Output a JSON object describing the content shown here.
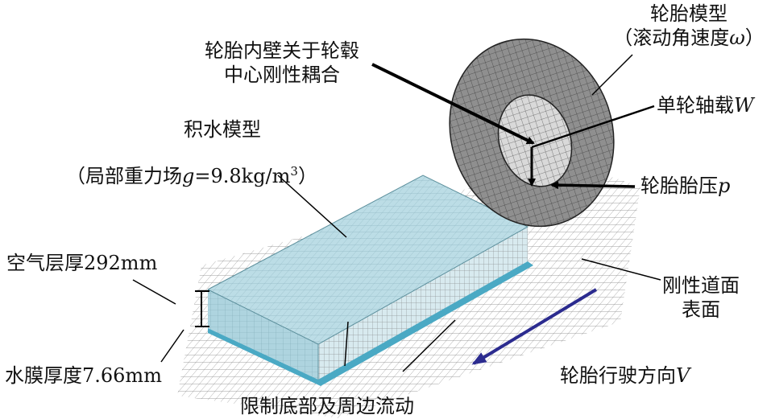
{
  "labels": {
    "tire_model_line1": "轮胎模型",
    "tire_model_line2_prefix": "（滚动角速度",
    "tire_model_line2_symbol": "ω",
    "tire_model_line2_suffix": "）",
    "coupling_line1": "轮胎内壁关于轮毂",
    "coupling_line2": "中心刚性耦合",
    "axle_load_prefix": "单轮轴载",
    "axle_load_symbol": "W",
    "tire_pressure_prefix": "轮胎胎压",
    "tire_pressure_symbol": "p",
    "water_model": "积水模型",
    "gravity_prefix": "（局部重力场",
    "gravity_symbol": "g",
    "gravity_value": "=9.8kg/m",
    "gravity_sup": "3",
    "gravity_suffix": "）",
    "air_layer": "空气层厚292mm",
    "water_film": "水膜厚度7.66mm",
    "rigid_surface_line1": "刚性道面",
    "rigid_surface_line2": "表面",
    "restrict_flow": "限制底部及周边流动",
    "direction_prefix": "轮胎行驶方向",
    "direction_symbol": "V"
  },
  "colors": {
    "water_top": "#bcdde6",
    "water_front": "#aed4df",
    "water_side": "#c6e2e9",
    "water_edge": "#4aa9c4",
    "mesh_line": "#6b6b6b",
    "direction_arrow": "#2b2b8f",
    "text": "#111111"
  }
}
